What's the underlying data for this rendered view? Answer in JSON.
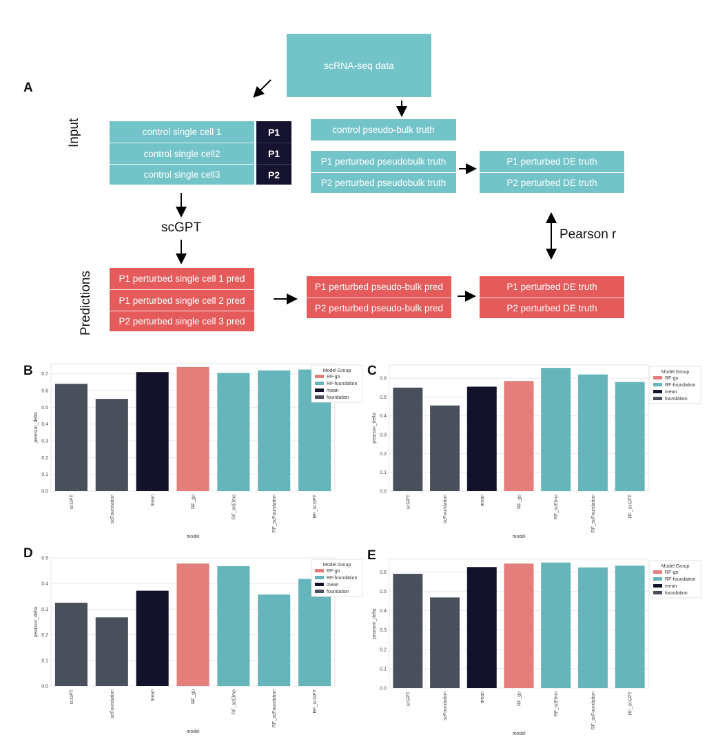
{
  "panel_a": {
    "letter": "A",
    "scrna": "scRNA-seq data",
    "input_label": "Input",
    "predictions_label": "Predictions",
    "scgpt_label": "scGPT",
    "pearson_label": "Pearson r",
    "control_cells": [
      "control single cell 1",
      "control single cell2",
      "control single cell3"
    ],
    "perturb_tags": [
      "P1",
      "P1",
      "P2"
    ],
    "control_bulk": "control pseudo-bulk truth",
    "perturbed_bulk": [
      "P1 perturbed pseudobulk truth",
      "P2 perturbed pseudobulk truth"
    ],
    "de_truth": [
      "P1 perturbed DE truth",
      "P2 perturbed DE truth"
    ],
    "pred_cells": [
      "P1 perturbed single cell 1 pred",
      "P1 perturbed single cell 2 pred",
      "P2 perturbed single cell 3 pred"
    ],
    "pred_bulk": [
      "P1 perturbed pseudo-bulk pred",
      "P2 perturbed pseudo-bulk pred"
    ],
    "pred_de": [
      "P1 perturbed DE truth",
      "P2 perturbed DE truth"
    ],
    "colors": {
      "teal": "#73c4c9",
      "red": "#e55b5b",
      "dark": "#151330"
    }
  },
  "chart_data": [
    {
      "panel": "B",
      "type": "bar",
      "categories": [
        "scGPT",
        "scFoundation",
        "mean",
        "RF_go",
        "RF_scElmo",
        "RF_scFoundation",
        "RF_scGPT"
      ],
      "values": [
        0.64,
        0.55,
        0.71,
        0.74,
        0.705,
        0.72,
        0.725
      ],
      "groups": [
        "foundation",
        "foundation",
        "mean",
        "RF-go",
        "RF-foundation",
        "RF-foundation",
        "RF-foundation"
      ],
      "xlabel": "model",
      "ylabel": "pearson_delta",
      "ylim": [
        0,
        0.76
      ],
      "yticks": [
        0.0,
        0.1,
        0.2,
        0.3,
        0.4,
        0.5,
        0.6,
        0.7
      ],
      "legend_title": "Model Group"
    },
    {
      "panel": "C",
      "type": "bar",
      "categories": [
        "scGPT",
        "scFoundation",
        "mean",
        "RF_go",
        "RF_scElmo",
        "RF_scFoundation",
        "RF_scGPT"
      ],
      "values": [
        0.55,
        0.455,
        0.555,
        0.585,
        0.655,
        0.62,
        0.58
      ],
      "groups": [
        "foundation",
        "foundation",
        "mean",
        "RF-go",
        "RF-foundation",
        "RF-foundation",
        "RF-foundation"
      ],
      "xlabel": "model",
      "ylabel": "pearson_delta",
      "ylim": [
        0,
        0.67
      ],
      "yticks": [
        0.0,
        0.1,
        0.2,
        0.3,
        0.4,
        0.5,
        0.6
      ],
      "legend_title": "Model Group"
    },
    {
      "panel": "D",
      "type": "bar",
      "categories": [
        "scGPT",
        "scFoundation",
        "mean",
        "RF_go",
        "RF_scElmo",
        "RF_scFoundation",
        "RF_scGPT"
      ],
      "values": [
        0.325,
        0.268,
        0.372,
        0.478,
        0.468,
        0.357,
        0.418
      ],
      "groups": [
        "foundation",
        "foundation",
        "mean",
        "RF-go",
        "RF-foundation",
        "RF-foundation",
        "RF-foundation"
      ],
      "xlabel": "model",
      "ylabel": "pearson_delta",
      "ylim": [
        0,
        0.5
      ],
      "yticks": [
        0.0,
        0.1,
        0.2,
        0.3,
        0.4,
        0.5
      ],
      "legend_title": "Model Group"
    },
    {
      "panel": "E",
      "type": "bar",
      "categories": [
        "scGPT",
        "scFoundation",
        "mean",
        "RF_go",
        "RF_scElmo",
        "RF_scFoundation",
        "RF_scGPT"
      ],
      "values": [
        0.59,
        0.468,
        0.625,
        0.643,
        0.648,
        0.623,
        0.632
      ],
      "groups": [
        "foundation",
        "foundation",
        "mean",
        "RF-go",
        "RF-foundation",
        "RF-foundation",
        "RF-foundation"
      ],
      "xlabel": "model",
      "ylabel": "pearson_delta",
      "ylim": [
        0,
        0.665
      ],
      "yticks": [
        0.0,
        0.1,
        0.2,
        0.3,
        0.4,
        0.5,
        0.6
      ],
      "legend_title": "Model Group"
    }
  ],
  "legend": {
    "items": [
      "RF-go",
      "RF-foundation",
      "mean",
      "foundation"
    ],
    "colors": {
      "RF-go": "#e37e7b",
      "RF-foundation": "#66b5ba",
      "mean": "#13122b",
      "foundation": "#4a4f5c"
    }
  }
}
